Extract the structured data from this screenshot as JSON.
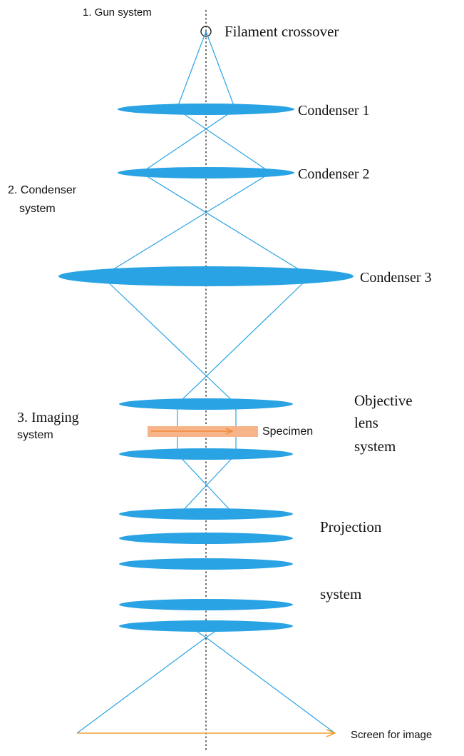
{
  "colors": {
    "lens": "#29a3e3",
    "ray": "#29a3e3",
    "specimen": "#f7b488",
    "specimen_arrow": "#f08a3c",
    "screen": "#f0a030",
    "axis": "#222222"
  },
  "labels": {
    "gun_system": "1. Gun system",
    "filament_crossover": "Filament crossover",
    "condenser_1": "Condenser 1",
    "condenser_2": "Condenser 2",
    "condenser_system_line1": "2. Condenser",
    "condenser_system_line2": "system",
    "condenser_3": "Condenser 3",
    "imaging_system_line1": "3. Imaging",
    "imaging_system_line2": "system",
    "objective_line1": "Objective",
    "objective_line2": "lens",
    "objective_line3": "system",
    "specimen": "Specimen",
    "projection": "Projection",
    "projection_system": "system",
    "screen": "Screen for image"
  }
}
